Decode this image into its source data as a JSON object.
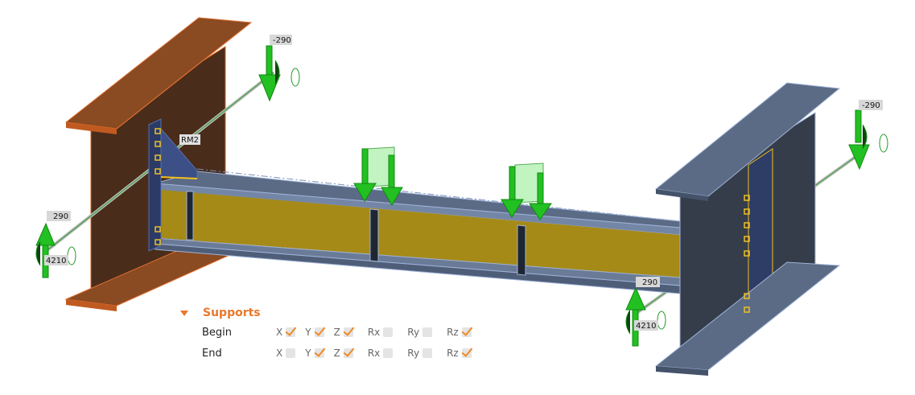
{
  "labels": {
    "connection": "RM2",
    "begin_top_force": "-290",
    "begin_bottom_force": "290",
    "begin_moment": "4210",
    "end_top_force": "-290",
    "end_bottom_force": "290",
    "end_moment": "4210"
  },
  "supports": {
    "title": "Supports",
    "rows": [
      {
        "label": "Begin",
        "dofs": [
          {
            "name": "X",
            "checked": true
          },
          {
            "name": "Y",
            "checked": true
          },
          {
            "name": "Z",
            "checked": true
          },
          {
            "name": "Rx",
            "checked": false
          },
          {
            "name": "Ry",
            "checked": false
          },
          {
            "name": "Rz",
            "checked": true
          }
        ]
      },
      {
        "label": "End",
        "dofs": [
          {
            "name": "X",
            "checked": false
          },
          {
            "name": "Y",
            "checked": true
          },
          {
            "name": "Z",
            "checked": true
          },
          {
            "name": "Rx",
            "checked": false
          },
          {
            "name": "Ry",
            "checked": false
          },
          {
            "name": "Rz",
            "checked": true
          }
        ]
      }
    ]
  },
  "colors": {
    "accent": "#e8792b",
    "left_column": "#8a4a22",
    "beam_web": "#a58a18",
    "steel": "#5b6b85",
    "load": "#22c022"
  }
}
